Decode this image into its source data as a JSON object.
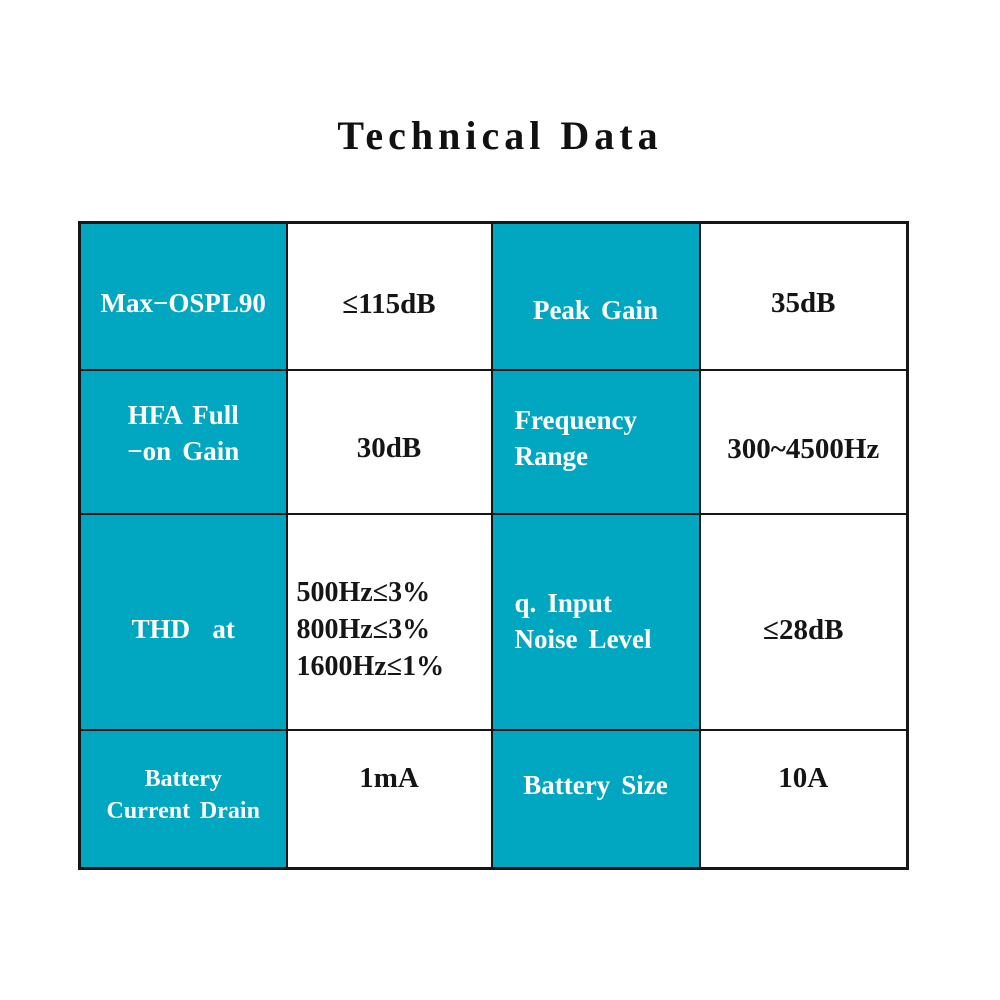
{
  "title": "Technical Data",
  "colors": {
    "label_background": "#01a6c0",
    "label_text": "#ffffff",
    "value_text": "#151515",
    "border": "#161616",
    "page_background": "#ffffff"
  },
  "table": {
    "rows": [
      {
        "cells": [
          {
            "kind": "label",
            "lines": [
              "Max−OSPL90"
            ]
          },
          {
            "kind": "value",
            "lines": [
              "≤115dB"
            ]
          },
          {
            "kind": "label",
            "lines": [
              "Peak Gain"
            ]
          },
          {
            "kind": "value",
            "lines": [
              "35dB"
            ]
          }
        ]
      },
      {
        "cells": [
          {
            "kind": "label",
            "lines": [
              "HFA Full",
              "−on Gain"
            ]
          },
          {
            "kind": "value",
            "lines": [
              "30dB"
            ]
          },
          {
            "kind": "label",
            "lines": [
              "Frequency",
              "Range"
            ]
          },
          {
            "kind": "value",
            "lines": [
              "300~4500Hz"
            ]
          }
        ]
      },
      {
        "cells": [
          {
            "kind": "label",
            "lines": [
              "THD  at"
            ]
          },
          {
            "kind": "value",
            "lines": [
              "500Hz≤3%",
              "800Hz≤3%",
              "1600Hz≤1%"
            ]
          },
          {
            "kind": "label",
            "lines": [
              "q. Input",
              "Noise Level"
            ]
          },
          {
            "kind": "value",
            "lines": [
              "≤28dB"
            ]
          }
        ]
      },
      {
        "cells": [
          {
            "kind": "label",
            "lines": [
              "Battery",
              "Current Drain"
            ]
          },
          {
            "kind": "value",
            "lines": [
              "1mA"
            ]
          },
          {
            "kind": "label",
            "lines": [
              "Battery Size"
            ]
          },
          {
            "kind": "value",
            "lines": [
              "10A"
            ]
          }
        ]
      }
    ]
  }
}
